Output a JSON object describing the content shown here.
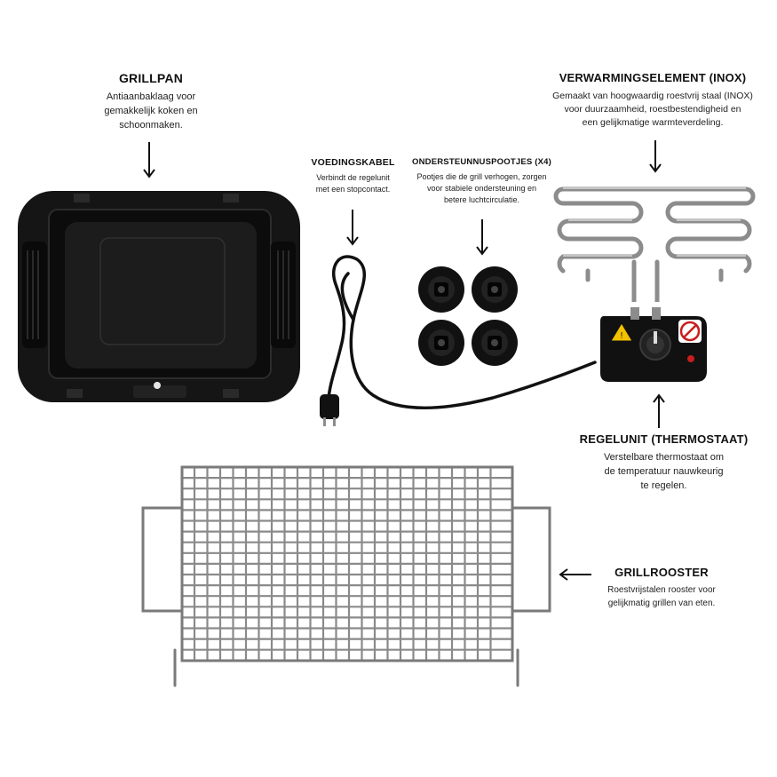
{
  "parts": {
    "grillpan": {
      "title": "GRILLPAN",
      "desc": [
        "Antiaanbaklaag voor",
        "gemakkelijk koken en",
        "schoonmaken."
      ]
    },
    "heating_element": {
      "title": "VERWARMINGSELEMENT (INOX)",
      "desc": [
        "Gemaakt van hoogwaardig roestvrij staal (INOX)",
        "voor duurzaamheid, roestbestendigheid en",
        "een gelijkmatige warmteverdeling."
      ]
    },
    "power_cord": {
      "title": "VOEDINGSKABEL",
      "desc": [
        "Verbindt de regelunit",
        "met een stopcontact."
      ]
    },
    "feet": {
      "title": "ONDERSTEUNNUSPOOTJES (X4)",
      "desc": [
        "Pootjes die de grill verhogen, zorgen",
        "voor stabiele ondersteuning en",
        "betere luchtcirculatie."
      ]
    },
    "control_unit": {
      "title": "REGELUNIT (THERMOSTAAT)",
      "desc": [
        "Verstelbare thermostaat om",
        "de temperatuur nauwkeurig",
        "te regelen."
      ]
    },
    "grill_rack": {
      "title": "GRILLROOSTER",
      "desc": [
        "Roestvrijstalen rooster voor",
        "gelijkmatig grillen van eten."
      ]
    }
  },
  "colors": {
    "text": "#111111",
    "pan": "#1a1a1a",
    "steel": "#8c8c8c",
    "warning": "#f2c200",
    "indicator": "#c81e1e"
  }
}
